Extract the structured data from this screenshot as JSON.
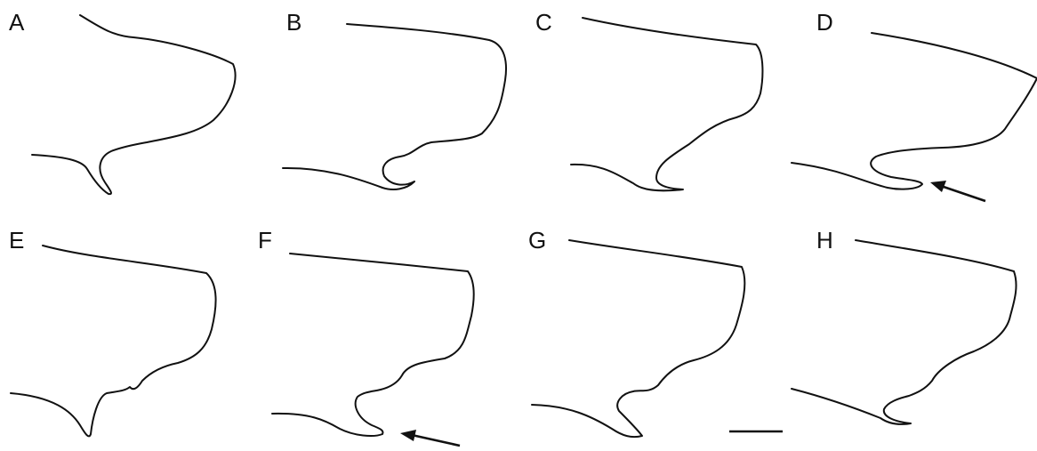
{
  "figure": {
    "panels": [
      {
        "label": "A"
      },
      {
        "label": "B"
      },
      {
        "label": "C"
      },
      {
        "label": "D",
        "has_arrow": true
      },
      {
        "label": "E"
      },
      {
        "label": "F",
        "has_arrow": true
      },
      {
        "label": "G"
      },
      {
        "label": "H"
      }
    ],
    "scale_bar": {
      "label": ""
    },
    "colors": {
      "ink": "#111111",
      "background": "#ffffff"
    }
  }
}
